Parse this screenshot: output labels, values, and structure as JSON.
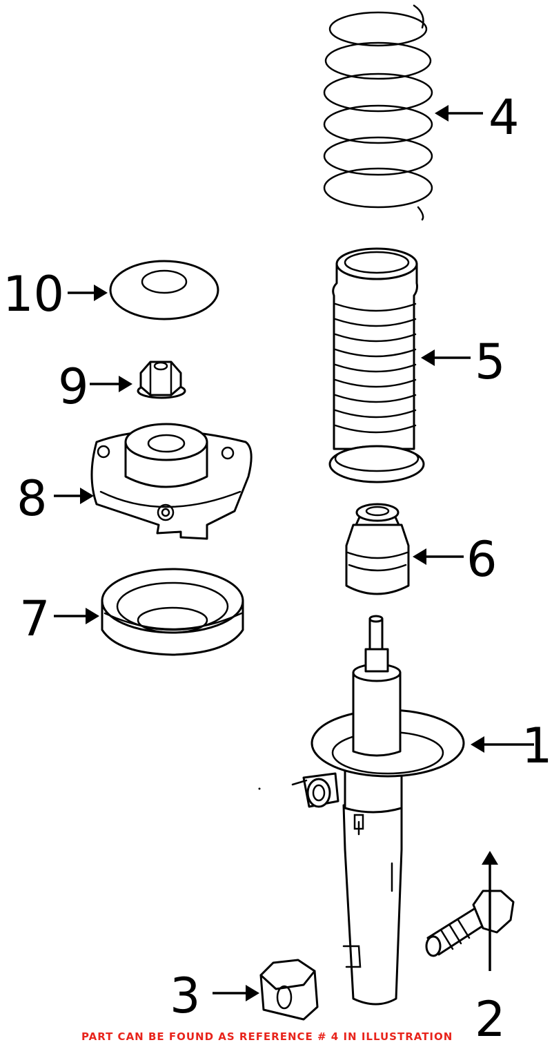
{
  "callouts": {
    "c1": "1",
    "c2": "2",
    "c3": "3",
    "c4": "4",
    "c5": "5",
    "c6": "6",
    "c7": "7",
    "c8": "8",
    "c9": "9",
    "c10": "10"
  },
  "footer_note": "PART CAN BE FOUND AS REFERENCE # 4 IN ILLUSTRATION",
  "colors": {
    "footer_text": "#e8241c",
    "line_art": "#000000",
    "background": "#ffffff"
  }
}
